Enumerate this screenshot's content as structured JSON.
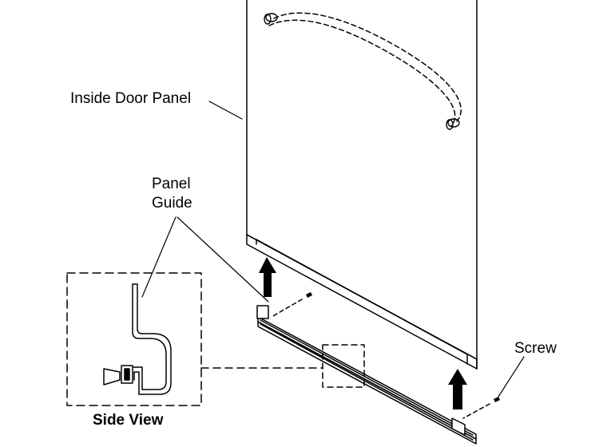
{
  "labels": {
    "inside_door_panel": "Inside Door Panel",
    "panel_guide_line1": "Panel",
    "panel_guide_line2": "Guide",
    "screw": "Screw",
    "side_view": "Side View"
  },
  "colors": {
    "line": "#000000",
    "background": "#ffffff"
  }
}
